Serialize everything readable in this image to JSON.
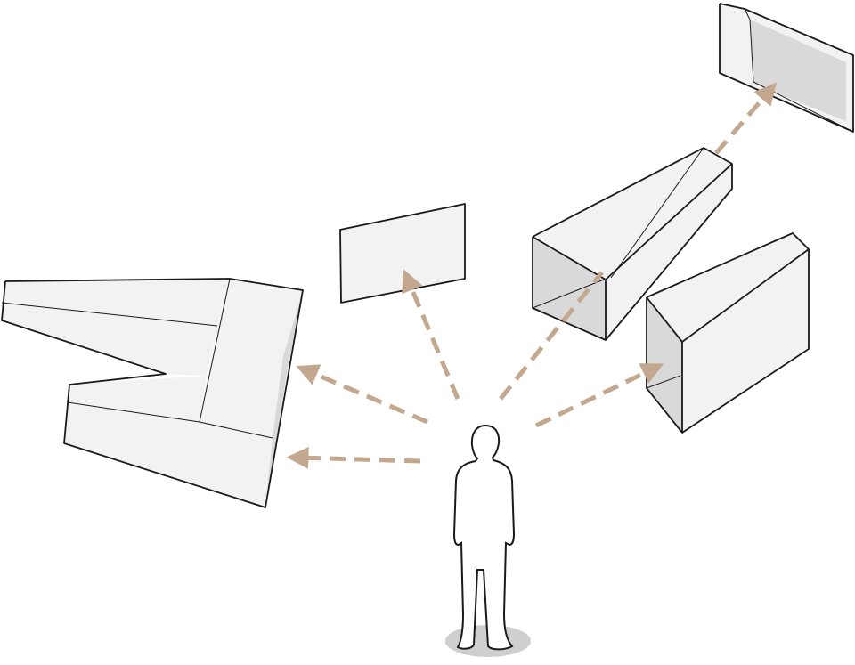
{
  "colors": {
    "background": "#ffffff",
    "stroke": "#1a1a1a",
    "face_light": "#f2f2f2",
    "face_shadow": "#d9d9d9",
    "arrow": "#c3a78e",
    "ground_shadow": "#cfcfcf"
  },
  "elements": {
    "figure": "person-silhouette",
    "objects": [
      "zigzag-wall-volume",
      "flat-panel",
      "tapered-tube",
      "open-box-volume",
      "wall-frame"
    ],
    "arrows": [
      "arrow-to-wall-lower",
      "arrow-to-wall-upper",
      "arrow-to-panel",
      "arrow-to-tube-frame",
      "arrow-to-box"
    ]
  }
}
